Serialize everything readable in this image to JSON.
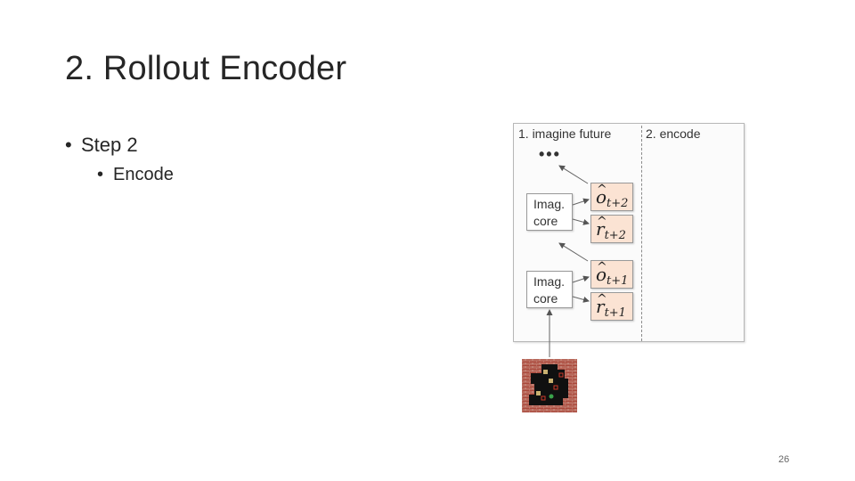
{
  "slide": {
    "title": "2. Rollout Encoder",
    "page_number": "26"
  },
  "bullets": [
    {
      "marker": "•",
      "text": "Step 2",
      "level": 1
    },
    {
      "marker": "•",
      "text": "Encode",
      "level": 2
    }
  ],
  "diagram": {
    "left_label": "1. imagine future",
    "right_label": "2. encode",
    "ellipsis": "•••",
    "imag_cores": [
      {
        "line1": "Imag.",
        "line2": "core"
      },
      {
        "line1": "Imag.",
        "line2": "core"
      }
    ],
    "predictions": [
      {
        "symbol": "o",
        "subscript": "t+2"
      },
      {
        "symbol": "r",
        "subscript": "t+2"
      },
      {
        "symbol": "o",
        "subscript": "t+1"
      },
      {
        "symbol": "r",
        "subscript": "t+1"
      }
    ],
    "hat": "^",
    "colors": {
      "prediction_fill": "#fbe3d3",
      "brick": "#a9473a",
      "floor": "#101010"
    }
  }
}
